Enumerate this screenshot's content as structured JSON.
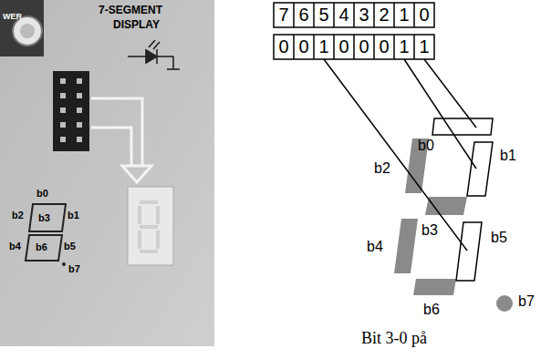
{
  "diagram": {
    "caption": "Bit 3-0 på",
    "labels": [
      "WER",
      "7-SEGMENT",
      "DISPLAY",
      "b0",
      "b2",
      "b3",
      "b1",
      "b4",
      "b6",
      "b5",
      "b7",
      "7",
      "6",
      "5",
      "4",
      "3",
      "2",
      "1",
      "0",
      "0",
      "0",
      "1",
      "0",
      "0",
      "0",
      "1",
      "1",
      "b0",
      "b1",
      "b2",
      "b3",
      "b4",
      "b5",
      "b6",
      "b7"
    ]
  }
}
